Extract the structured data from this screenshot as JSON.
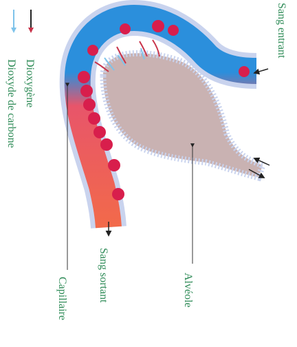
{
  "labels": {
    "sang_entrant": "Sang entrant",
    "alveole": "Alvéole",
    "sang_sortant": "Sang sortant",
    "capillaire": "Capillaire",
    "dioxygene": "Dioxygène",
    "dioxyde_de_carbone": "Dioxyde de carbone"
  },
  "colors": {
    "label_text": "#2e8b57",
    "capillary_blue": "#2b8fdc",
    "capillary_red": "#f26a4a",
    "capillary_wall": "#c9d3ee",
    "alveolus_fill": "#c9b2b2",
    "red_cell": "#d81e4c",
    "o2_arrow": "#c8334a",
    "co2_arrow": "#7ec3ea",
    "pointer_line": "#333333"
  },
  "icons": {
    "o2_legend": "down-arrow-red-icon",
    "co2_legend": "down-arrow-blue-icon"
  }
}
